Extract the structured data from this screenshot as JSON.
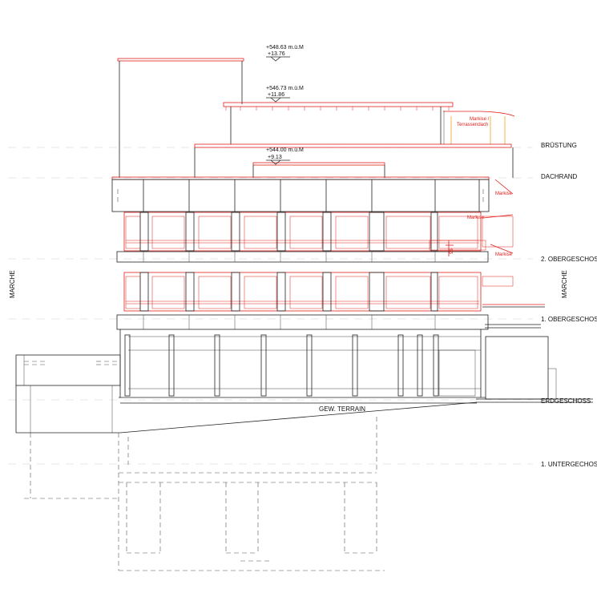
{
  "levels": {
    "top": {
      "elevation": "+548.63 m.ü.M",
      "relative": "+13.76"
    },
    "terrace": {
      "elevation": "+546.73 m.ü.M",
      "relative": "+11.86"
    },
    "roof": {
      "elevation": "+544.00 m.ü.M",
      "relative": "+9.13"
    }
  },
  "floor_labels": {
    "bruestung": "BRÜSTUNG",
    "dachrand": "DACHRAND",
    "og2": "2. OBERGESCHOS",
    "og1": "1. OBERGESCHOS",
    "eg": "ERDGESCHOSS",
    "ug1": "1. UNTERGECHOS"
  },
  "side_labels": {
    "left": "MARCHE",
    "right": "MARCHE"
  },
  "terrain_label": "GEW. TERRAIN",
  "annotations": {
    "markise_top_line1": "Markise /",
    "markise_top_line2": "Terrassendach",
    "markise_1": "Markise",
    "markise_2": "Markise",
    "markise_3": "Markise",
    "dimension": "95"
  },
  "colors": {
    "existing": "#222222",
    "new": "#e0201b",
    "awning": "#f0a020",
    "guide": "#cfcfcf"
  }
}
